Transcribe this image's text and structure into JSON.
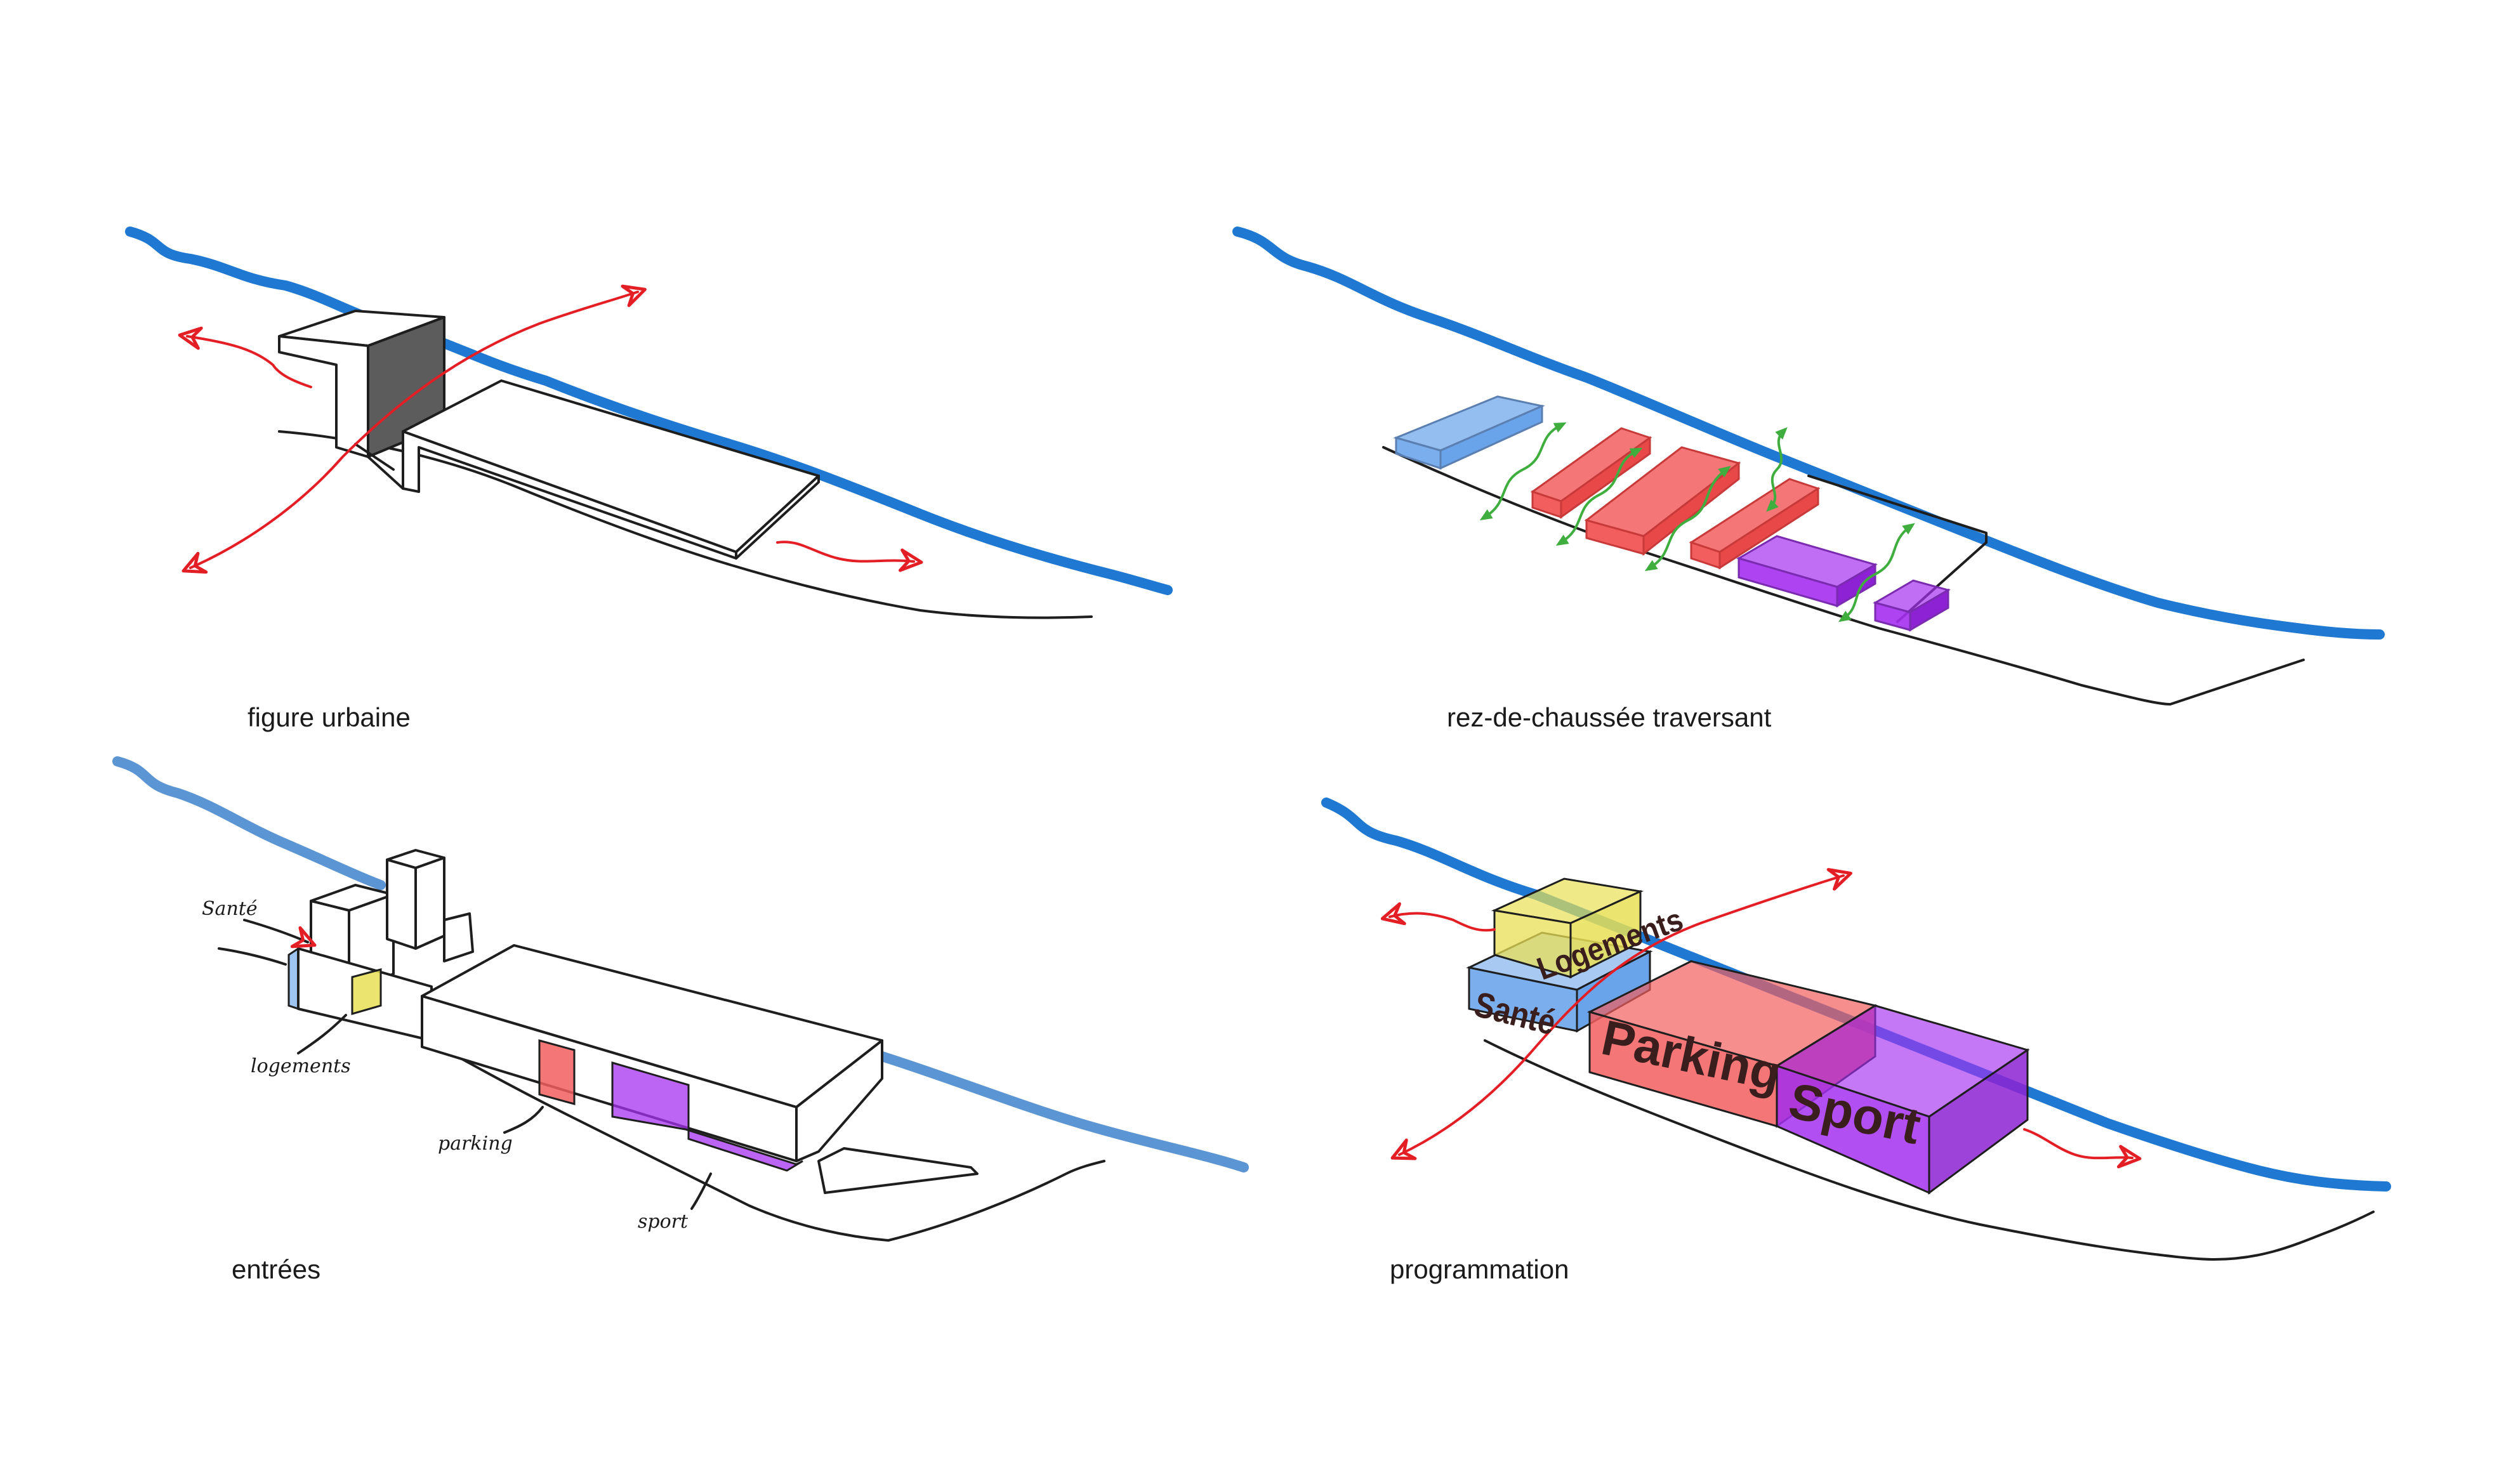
{
  "panels": {
    "figure_urbaine": {
      "caption": "figure urbaine"
    },
    "rez_de_chaussee": {
      "caption": "rez-de-chaussée traversant"
    },
    "entrees": {
      "caption": "entrées",
      "annotations": {
        "sante": "Santé",
        "logements": "logements",
        "parking": "parking",
        "sport": "sport"
      }
    },
    "programmation": {
      "caption": "programmation",
      "blocks": {
        "logements": "Logements",
        "sante": "Santé",
        "parking": "Parking",
        "sport": "Sport"
      }
    }
  },
  "colors": {
    "river": "#1f78d1",
    "river_light": "#5b95d4",
    "arrow": "#e31e24",
    "green_flow": "#3fae3f",
    "sante": "#4f93e6",
    "logements": "#e8df55",
    "parking": "#f25e5e",
    "sport": "#a530f0",
    "shadow_face": "#5c5c5c"
  }
}
